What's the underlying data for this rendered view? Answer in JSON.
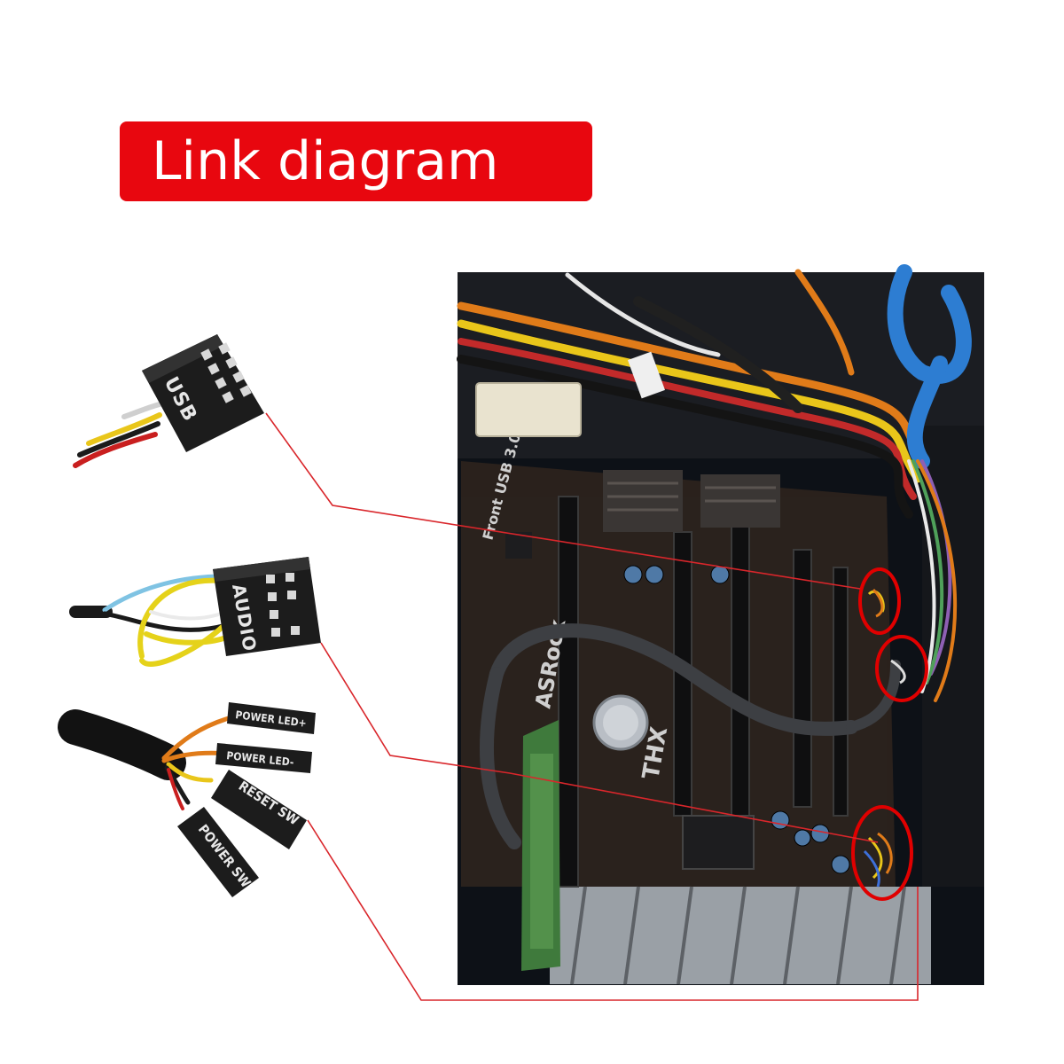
{
  "title": "Link diagram",
  "colors": {
    "title_bg": "#e8070f",
    "title_text": "#ffffff",
    "callout_line": "#d9262b",
    "connector_body": "#1c1c1c"
  },
  "connectors": {
    "usb": {
      "label": "USB"
    },
    "audio": {
      "label": "AUDIO"
    },
    "power_led_plus": {
      "label": "POWER LED+"
    },
    "power_led_minus": {
      "label": "POWER LED-"
    },
    "reset_sw": {
      "label": "RESET SW"
    },
    "power_sw": {
      "label": "POWER SW"
    }
  },
  "motherboard": {
    "brand_text": "ASRock",
    "usb_header_text": "Front USB 3.0",
    "pcie_text": "THX"
  },
  "highlight_circles": [
    "usb-header",
    "audio-header",
    "front-panel-header"
  ],
  "icons": [
    "usb-connector-icon",
    "audio-connector-icon",
    "front-panel-connector-icon",
    "motherboard-photo"
  ]
}
